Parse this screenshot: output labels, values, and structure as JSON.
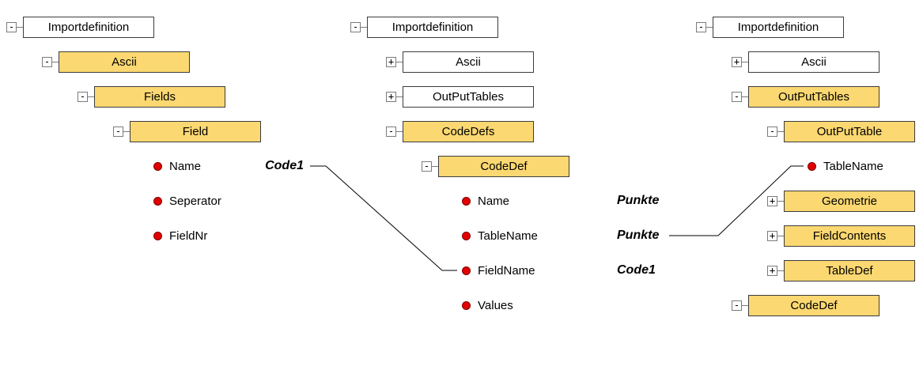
{
  "colors": {
    "highlight": "#FBD871",
    "bullet": "#E00000",
    "node_border": "#3c3c3c"
  },
  "trees": [
    {
      "nodes": [
        {
          "type": "element",
          "label": "Importdefinition",
          "glyph": "-",
          "highlighted": false
        },
        {
          "type": "element",
          "label": "Ascii",
          "glyph": "-",
          "highlighted": true
        },
        {
          "type": "element",
          "label": "Fields",
          "glyph": "-",
          "highlighted": true
        },
        {
          "type": "element",
          "label": "Field",
          "glyph": "-",
          "highlighted": true
        },
        {
          "type": "attribute",
          "label": "Name"
        },
        {
          "type": "attribute",
          "label": "Seperator"
        },
        {
          "type": "attribute",
          "label": "FieldNr"
        }
      ]
    },
    {
      "nodes": [
        {
          "type": "element",
          "label": "Importdefinition",
          "glyph": "-",
          "highlighted": false
        },
        {
          "type": "element",
          "label": "Ascii",
          "glyph": "+",
          "highlighted": false
        },
        {
          "type": "element",
          "label": "OutPutTables",
          "glyph": "+",
          "highlighted": false
        },
        {
          "type": "element",
          "label": "CodeDefs",
          "glyph": "-",
          "highlighted": true
        },
        {
          "type": "element",
          "label": "CodeDef",
          "glyph": "-",
          "highlighted": true
        },
        {
          "type": "attribute",
          "label": "Name"
        },
        {
          "type": "attribute",
          "label": "TableName"
        },
        {
          "type": "attribute",
          "label": "FieldName"
        },
        {
          "type": "attribute",
          "label": "Values"
        }
      ]
    },
    {
      "nodes": [
        {
          "type": "element",
          "label": "Importdefinition",
          "glyph": "-",
          "highlighted": false
        },
        {
          "type": "element",
          "label": "Ascii",
          "glyph": "+",
          "highlighted": false
        },
        {
          "type": "element",
          "label": "OutPutTables",
          "glyph": "-",
          "highlighted": true
        },
        {
          "type": "element",
          "label": "OutPutTable",
          "glyph": "-",
          "highlighted": true
        },
        {
          "type": "attribute",
          "label": "TableName"
        },
        {
          "type": "element",
          "label": "Geometrie",
          "glyph": "+",
          "highlighted": true
        },
        {
          "type": "element",
          "label": "FieldContents",
          "glyph": "+",
          "highlighted": true
        },
        {
          "type": "element",
          "label": "TableDef",
          "glyph": "+",
          "highlighted": true
        },
        {
          "type": "element",
          "label": "CodeDef",
          "glyph": "-",
          "highlighted": true
        }
      ]
    }
  ],
  "annotations": [
    {
      "label": "Code1"
    },
    {
      "label": "Punkte"
    },
    {
      "label": "Punkte"
    },
    {
      "label": "Code1"
    }
  ],
  "connections": [
    {
      "from_label": "Code1",
      "to_attribute": "FieldName"
    },
    {
      "from_label": "Punkte",
      "to_attribute": "TableName"
    }
  ]
}
